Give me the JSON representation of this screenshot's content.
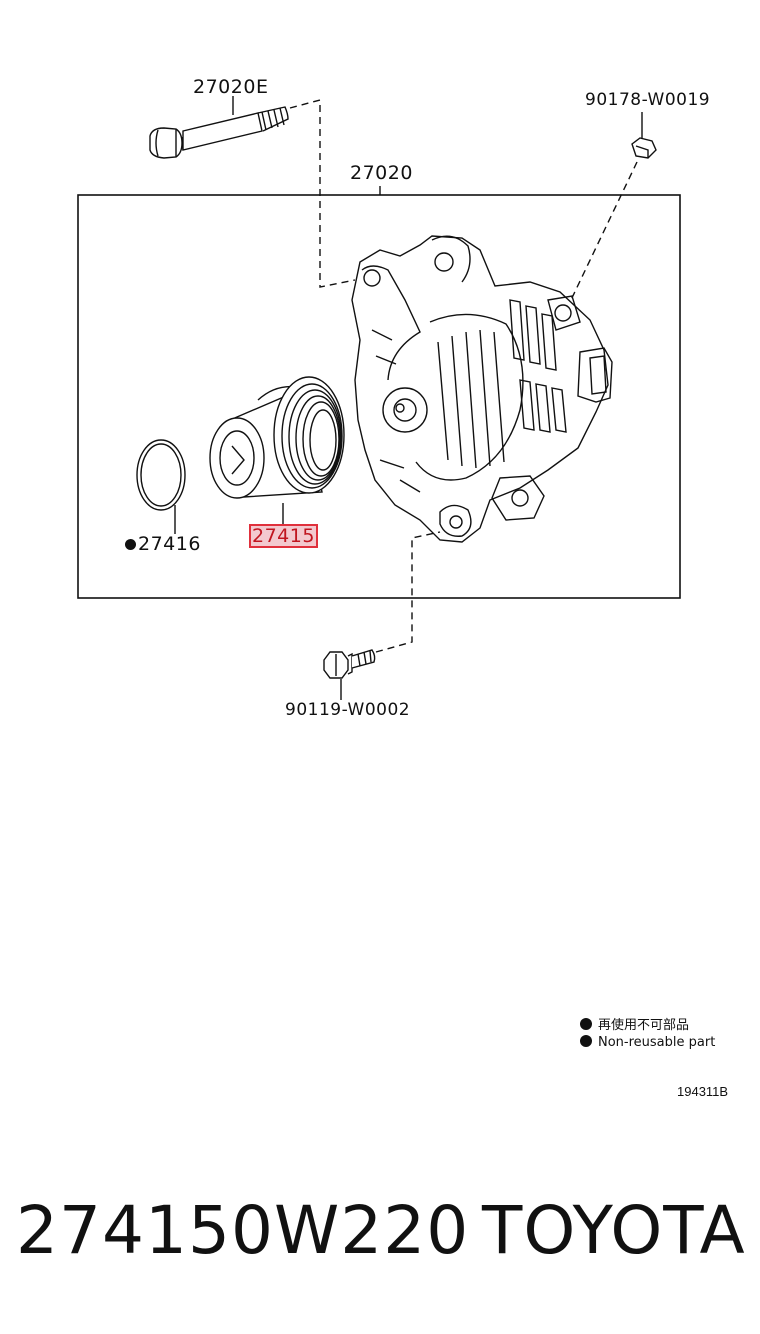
{
  "labels": {
    "bolt_top": "27020E",
    "nut_top": "90178-W0019",
    "alternator": "27020",
    "seal": "27416",
    "pulley": "27415",
    "bolt_bottom": "90119-W0002"
  },
  "legend": {
    "line1": "再使用不可部品",
    "line2": "Non-reusable part"
  },
  "diagram_code": "194311B",
  "footer": {
    "part_number": "274150W220",
    "brand": "TOYOTA"
  },
  "colors": {
    "ink": "#111111",
    "highlight_border": "#e0303c",
    "highlight_fill": "#f3c9cf",
    "highlight_text": "#c0151f"
  }
}
